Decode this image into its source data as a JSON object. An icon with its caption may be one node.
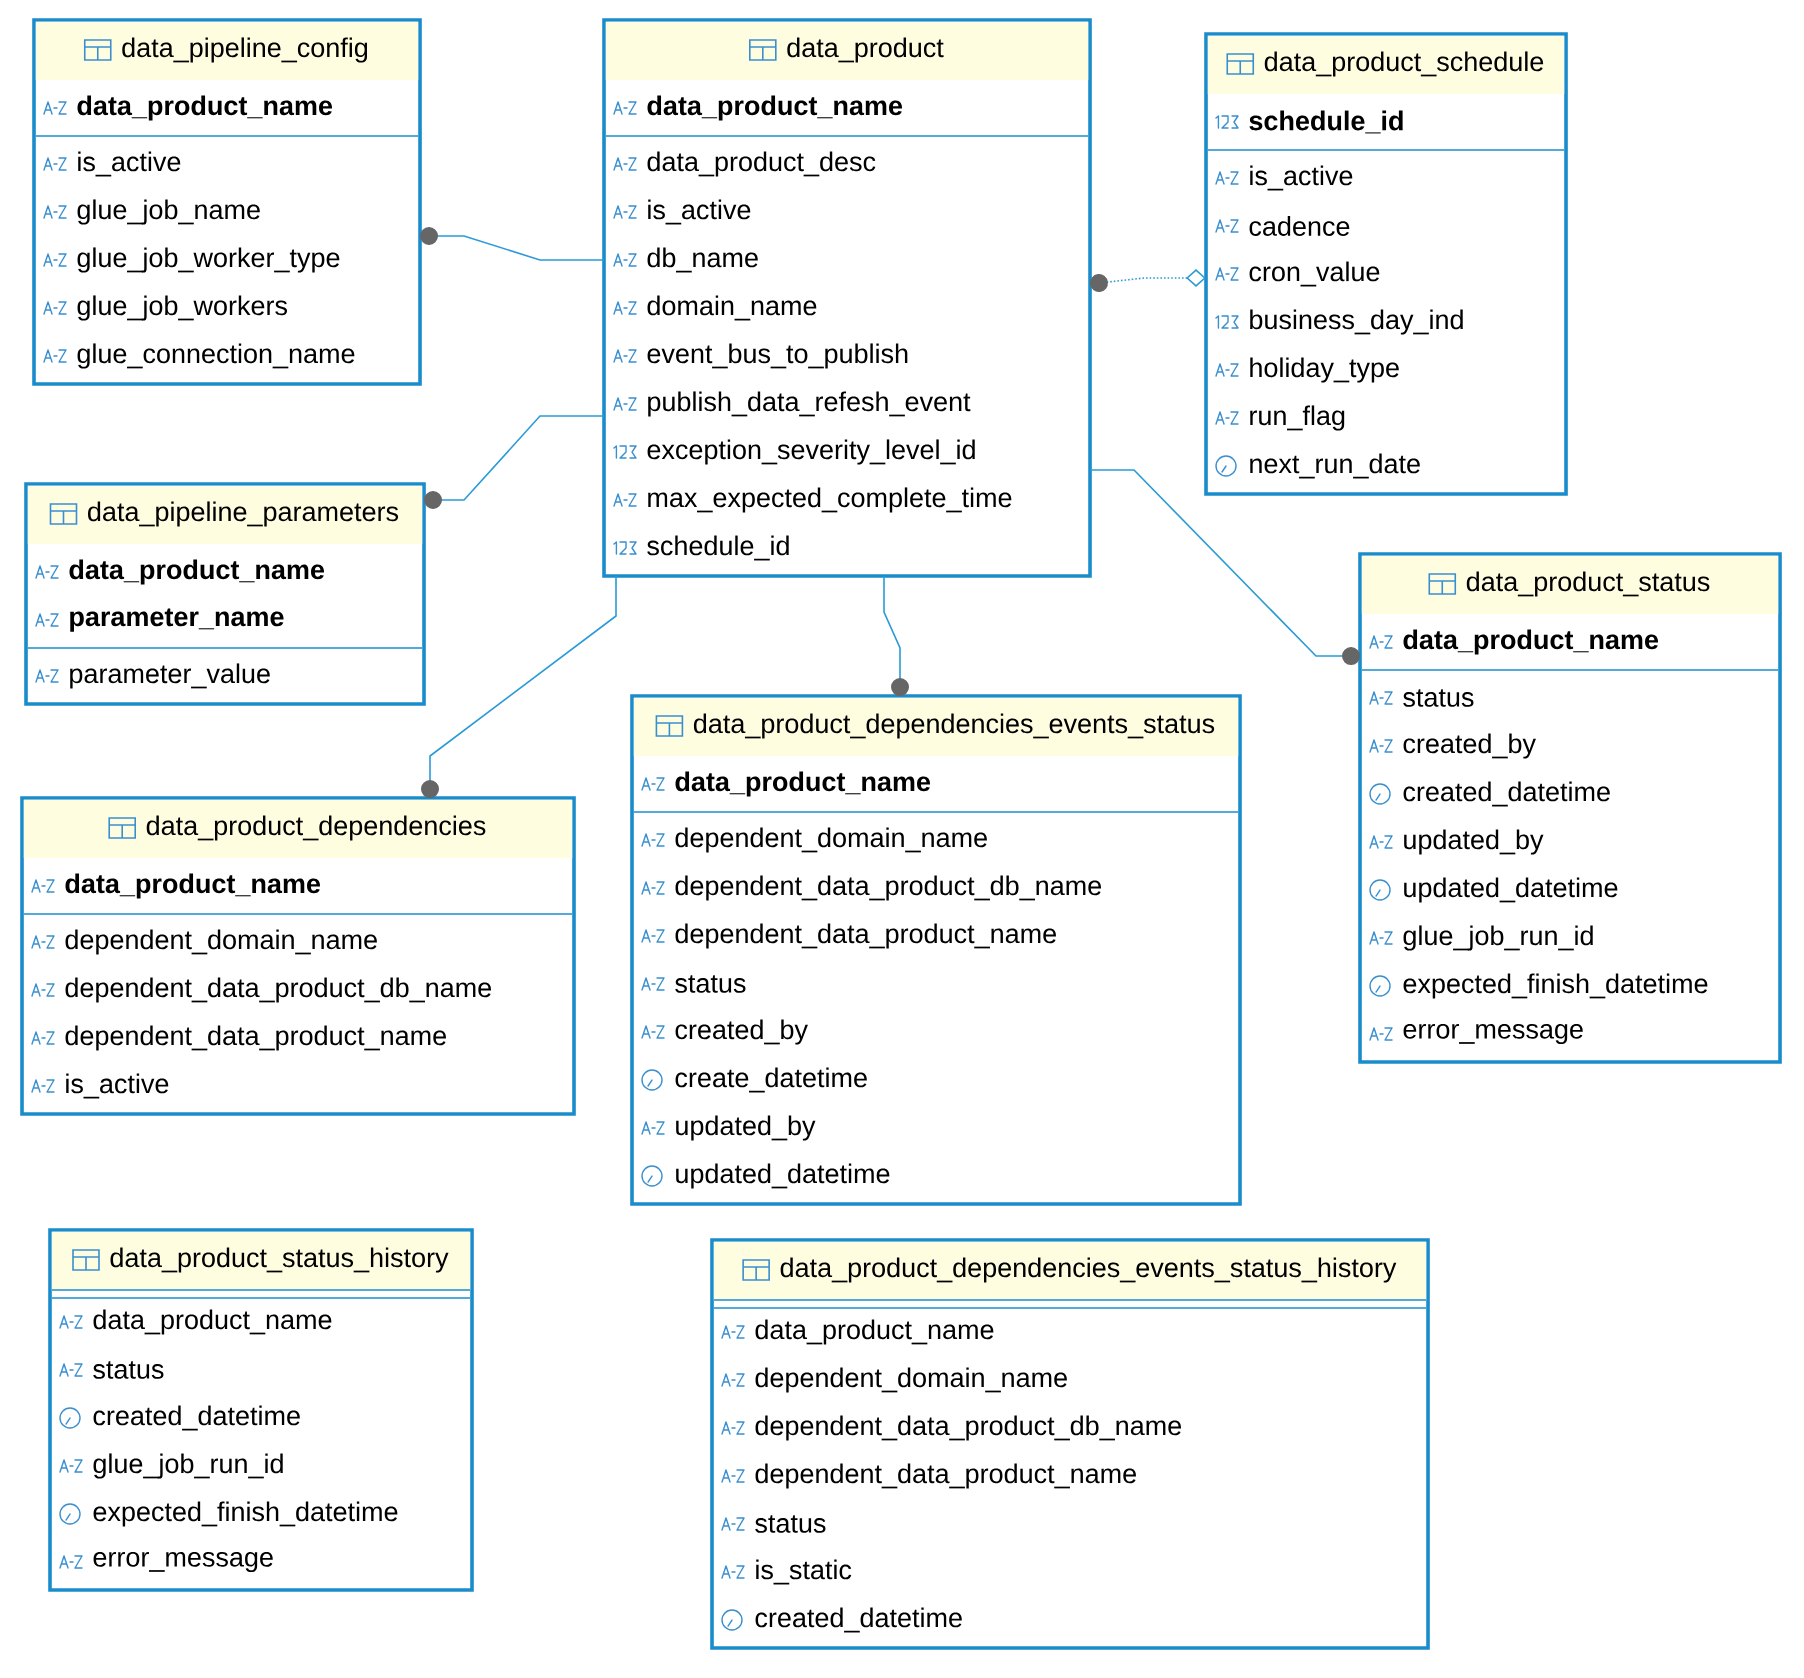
{
  "diagram": {
    "nodes": [
      {
        "text": [
          "data_pipeline_config",
          "data_product_name",
          "is_active",
          "glue_job_name",
          "glue_job_worker_type",
          "glue_job_workers",
          "glue_connection_name"
        ]
      },
      {
        "text": [
          "data_product",
          "data_product_name",
          "data_product_desc",
          "is_active",
          "db_name",
          "domain_name",
          "event_bus_to_publish",
          "publish_data_refesh_event",
          "exception_severity_level_id",
          "max_expected_complete_time",
          "schedule_id"
        ]
      },
      {
        "text": [
          "data_product_schedule",
          "schedule_id",
          "is_active",
          "cadence",
          "cron_value",
          "business_day_ind",
          "holiday_type",
          "run_flag",
          "next_run_date"
        ]
      },
      {
        "text": [
          "data_pipeline_parameters",
          "data_product_name",
          "parameter_name",
          "parameter_value"
        ]
      },
      {
        "text": [
          "data_product_status",
          "data_product_name",
          "status",
          "created_by",
          "created_datetime",
          "updated_by",
          "updated_datetime",
          "glue_job_run_id",
          "expected_finish_datetime",
          "error_message"
        ]
      },
      {
        "text": [
          "data_product_dependencies",
          "data_product_name",
          "dependent_domain_name",
          "dependent_data_product_db_name",
          "dependent_data_product_name",
          "is_active"
        ]
      },
      {
        "text": [
          "data_product_dependencies_events_status",
          "data_product_name",
          "dependent_domain_name",
          "dependent_data_product_db_name",
          "dependent_data_product_name",
          "status",
          "created_by",
          "create_datetime",
          "updated_by",
          "updated_datetime"
        ]
      },
      {
        "text": [
          "data_product_status_history",
          "data_product_name",
          "status",
          "created_datetime",
          "glue_job_run_id",
          "expected_finish_datetime",
          "error_message"
        ]
      },
      {
        "text": [
          "data_product_dependencies_events_status_history",
          "data_product_name",
          "dependent_domain_name",
          "dependent_data_product_db_name",
          "dependent_data_product_name",
          "status",
          "is_static",
          "created_datetime"
        ]
      }
    ],
    "edges": [
      {
        "from": 1,
        "to": 0,
        "arrow": "other"
      },
      {
        "from": 1,
        "to": 3,
        "arrow": "other"
      },
      {
        "from": 2,
        "to": 1,
        "arrow": "other",
        "style": "dashed"
      },
      {
        "from": 1,
        "to": 5,
        "arrow": "other"
      },
      {
        "from": 1,
        "to": 6,
        "arrow": "other"
      },
      {
        "from": 1,
        "to": 4,
        "arrow": "other"
      }
    ]
  }
}
